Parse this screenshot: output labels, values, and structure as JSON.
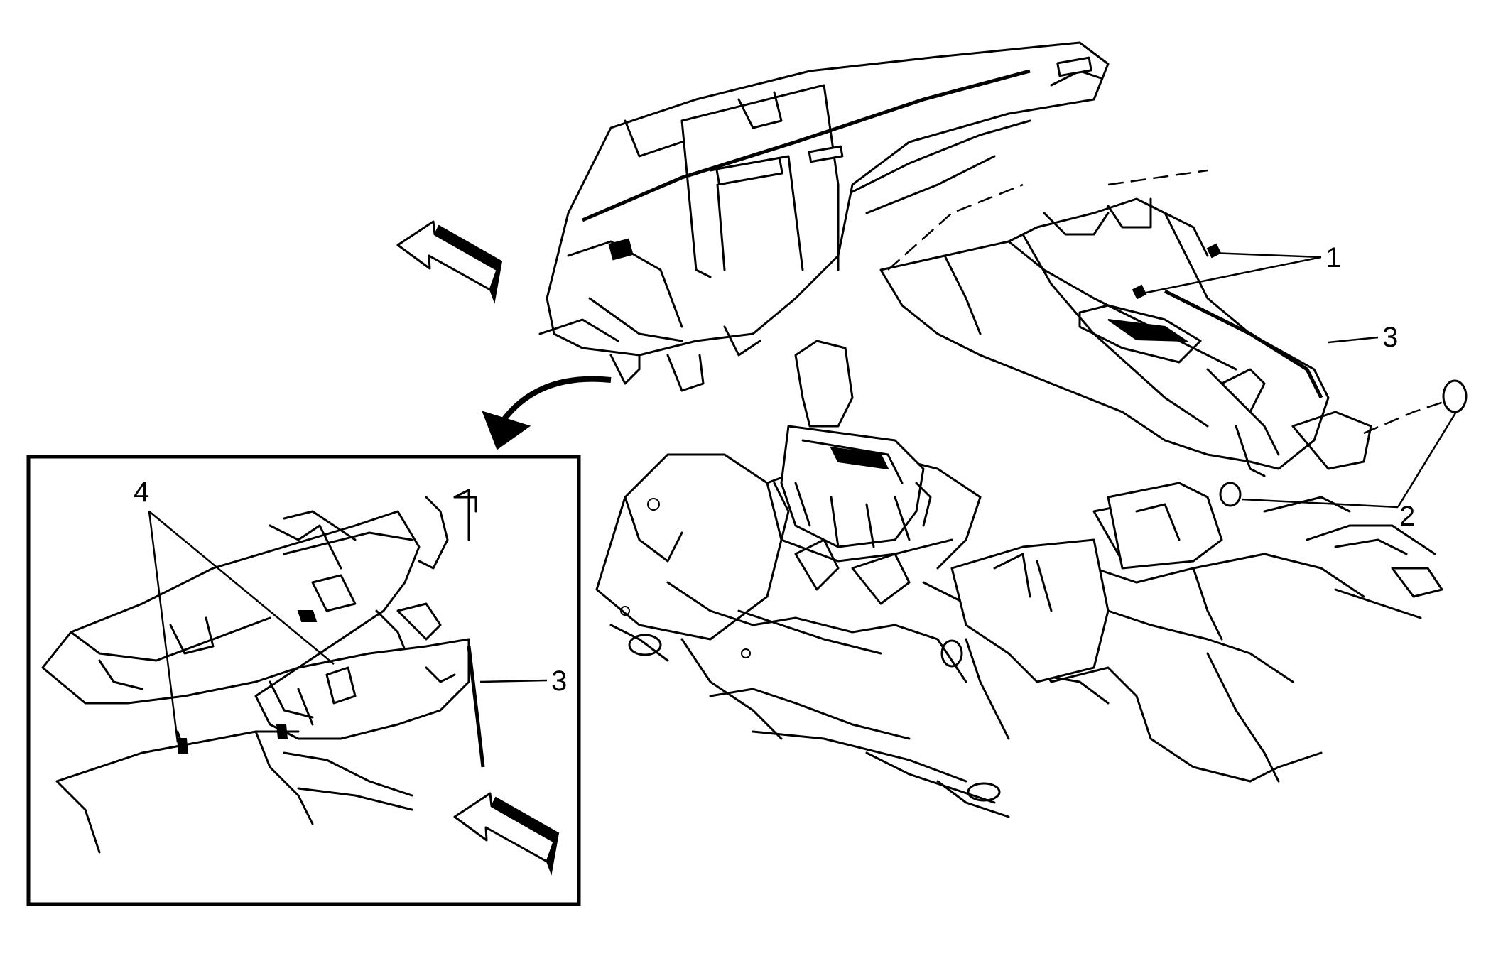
{
  "callouts": {
    "c1": "1",
    "c2": "2",
    "c3_main": "3",
    "c3_inset": "3",
    "c4": "4"
  },
  "colors": {
    "line": "#000000",
    "background": "#ffffff"
  },
  "icons": {
    "forward_arrow": "arrow-left-up-icon",
    "zoom_arrow": "curved-arrow-down-icon"
  }
}
